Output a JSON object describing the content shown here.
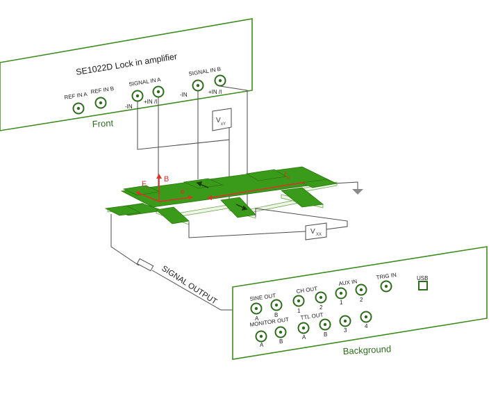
{
  "front_panel": {
    "title": "SE1022D Lock in amplifier",
    "caption": "Front",
    "ref_in_a": "REF IN A",
    "ref_in_b": "REF IN B",
    "signal_in_a": "SIGNAL IN A",
    "signal_in_b": "SIGNAL IN B",
    "a_minus": "-IN",
    "a_plus": "+IN /I",
    "b_minus": "-IN",
    "b_plus": "+IN /I"
  },
  "device": {
    "force_label": "F",
    "force_sub": "L",
    "field_label": "B",
    "electron_label": "e",
    "electron_sup": "-",
    "current_label": "I",
    "current_sub": "R",
    "vxy_label": "V",
    "vxy_sub": "xY",
    "vxx_label": "V",
    "vxx_sub": "XX"
  },
  "wire_label": "SIGNAL OUTPUT",
  "back_panel": {
    "caption": "Background",
    "sine_out": "SINE OUT",
    "sine_a": "A",
    "sine_b": "B",
    "ch_out": "CH OUT",
    "ch_1": "1",
    "ch_2": "2",
    "aux_in": "AUX IN",
    "aux_1": "1",
    "aux_2": "2",
    "trig_in": "TRIG IN",
    "usb": "USB",
    "monitor_out": "MONITOR OUT",
    "mon_a": "A",
    "mon_b": "B",
    "ttl_out": "TTL OUT",
    "ttl_a": "A",
    "ttl_b": "B",
    "ttl_3": "3",
    "ttl_4": "4"
  },
  "colors": {
    "panel_border": "#3d8a1f",
    "connector": "#2f6b1d",
    "bar_top": "#3a9a1a",
    "annotation": "#e0302a"
  }
}
